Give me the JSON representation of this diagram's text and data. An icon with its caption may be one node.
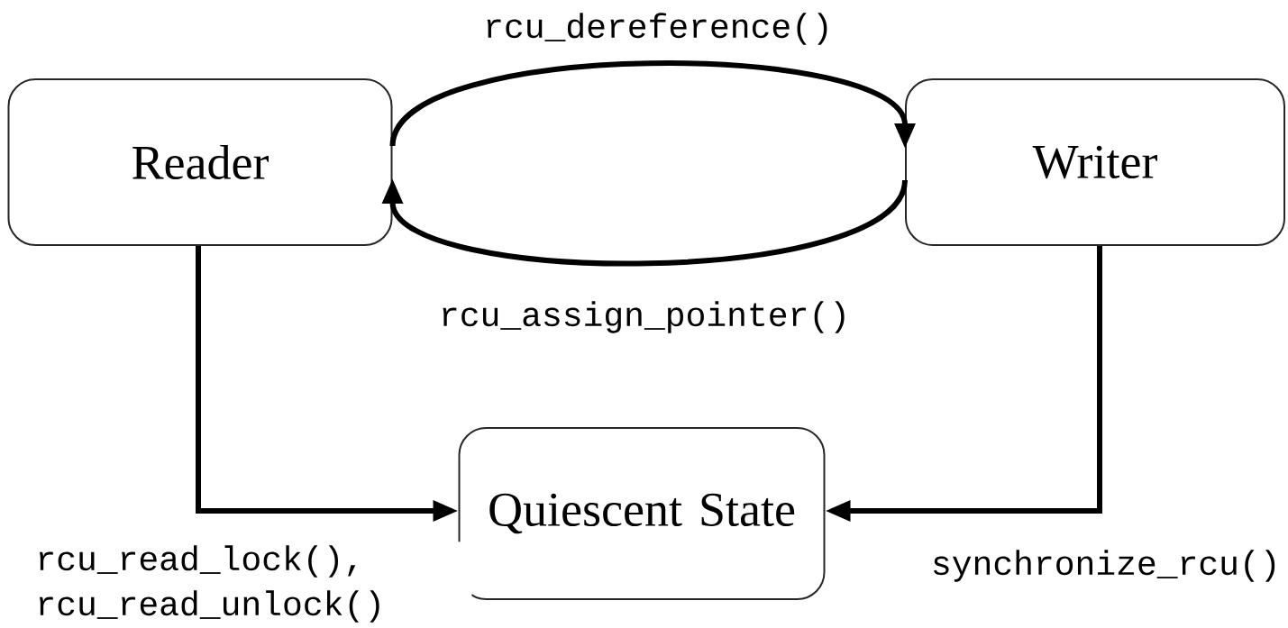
{
  "diagram": {
    "nodes": [
      {
        "text": [
          "Reader"
        ]
      },
      {
        "text": [
          "Writer"
        ]
      },
      {
        "text": [
          "Quiescent State"
        ]
      }
    ],
    "edges": [
      {
        "from": 0,
        "to": 1,
        "arrow": "to",
        "label": "rcu_dereference()"
      },
      {
        "from": 1,
        "to": 0,
        "arrow": "to",
        "label": "rcu_assign_pointer()"
      },
      {
        "from": 0,
        "to": 2,
        "arrow": "to",
        "label": "rcu_read_lock(), rcu_read_unlock()"
      },
      {
        "from": 1,
        "to": 2,
        "arrow": "to",
        "label": "synchronize_rcu()"
      }
    ]
  }
}
